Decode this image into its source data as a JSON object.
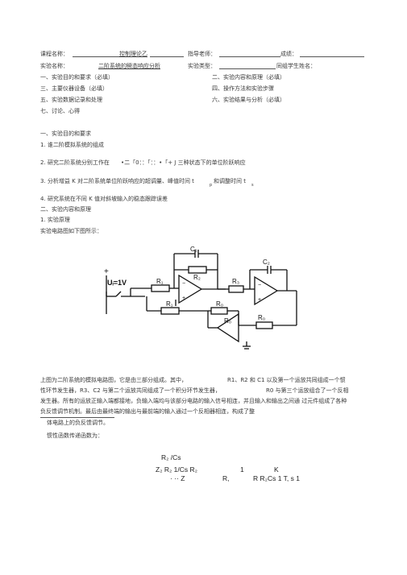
{
  "header": {
    "row1": {
      "course_label": "课程名称：",
      "course_value": "控制理论乙",
      "advisor_label": "指导老师：",
      "grade_label": "成绩："
    },
    "row2": {
      "exp_label": "实验名称：",
      "exp_value": "二阶系统的瞬态响应分析",
      "type_label": "实验类型：",
      "partner_label": "同组学生姓名："
    }
  },
  "outline": {
    "items": [
      "一、实验目的和要求（必填）",
      "二、实验内容和原理（必填）",
      "三、主要仪器设备（必填）",
      "四、操作方法和实验步骤",
      "五、实验数据记录和处理",
      "六、实验结果与分析（必填）",
      "七、讨论、心得"
    ]
  },
  "section1": {
    "title": "一、实验目的和要求",
    "items": [
      "1.   谁二阶模拟系统的组成",
      "2.   研究二阶系统分别工作在",
      "3.   分析增益 K 对二阶系统单位阶跃响应的超调量、峰值时间 t",
      "4.   研究系统在不同 K 值对斜坡输入的稳态跟踪误差"
    ],
    "item2_garbled": "•二「0：：「：：•「+ J 三种状态下的单位阶跃响应",
    "item3_tail": "和调整时间 t",
    "sub_p": "p",
    "sub_s": "s"
  },
  "section2": {
    "title": "二、实验内容和原理",
    "sub1": "1.  实验原理",
    "circuit_caption": "实验电路图如下图所示："
  },
  "circuit": {
    "labels": {
      "c1": "C₁",
      "r2": "R₂",
      "r1_top": "R₁",
      "r1_bot": "R₁",
      "r3": "R₃",
      "c2": "C₂",
      "r0_mid": "R₀",
      "r0_right": "R₀",
      "r0_bot": "R₀",
      "ui": "Uᵢ=1V",
      "plus": "+",
      "minus": "−"
    }
  },
  "description": {
    "line1_a": "上图为二阶系统的模拟电路图，它是由三部分组成。其中，",
    "line1_b": "R1、R2 和 C1 以及第一个运放共同组成一个惯",
    "line2_a": "性环节发生器，R3、C2 与第二个运放共同组成了一个积分环节发生器，",
    "line2_b": "R0 与第三个运放组合了一个反相",
    "line3": "发生器。所有的运放正输入端都接地，负输入端均与该部分电路的输入信号相连，并且输入和输出之间通  过元件组成了各种",
    "line4": "负反馈调节机制。最后由最终端的输出与最前端的输入通过一个反相器相连，构成了整",
    "line5": "体电路上的负反馈调节。",
    "line6": "惯性函数传递函数为："
  },
  "formula": {
    "top": "R₂ /Cs",
    "mid_a": "Z₂ R₂ 1/Cs R₂",
    "mid_b": "1",
    "mid_c": "K",
    "bot_a": "· ··  Z",
    "bot_b": "R,",
    "bot_c": "R R₂Cs 1 T, s 1"
  }
}
